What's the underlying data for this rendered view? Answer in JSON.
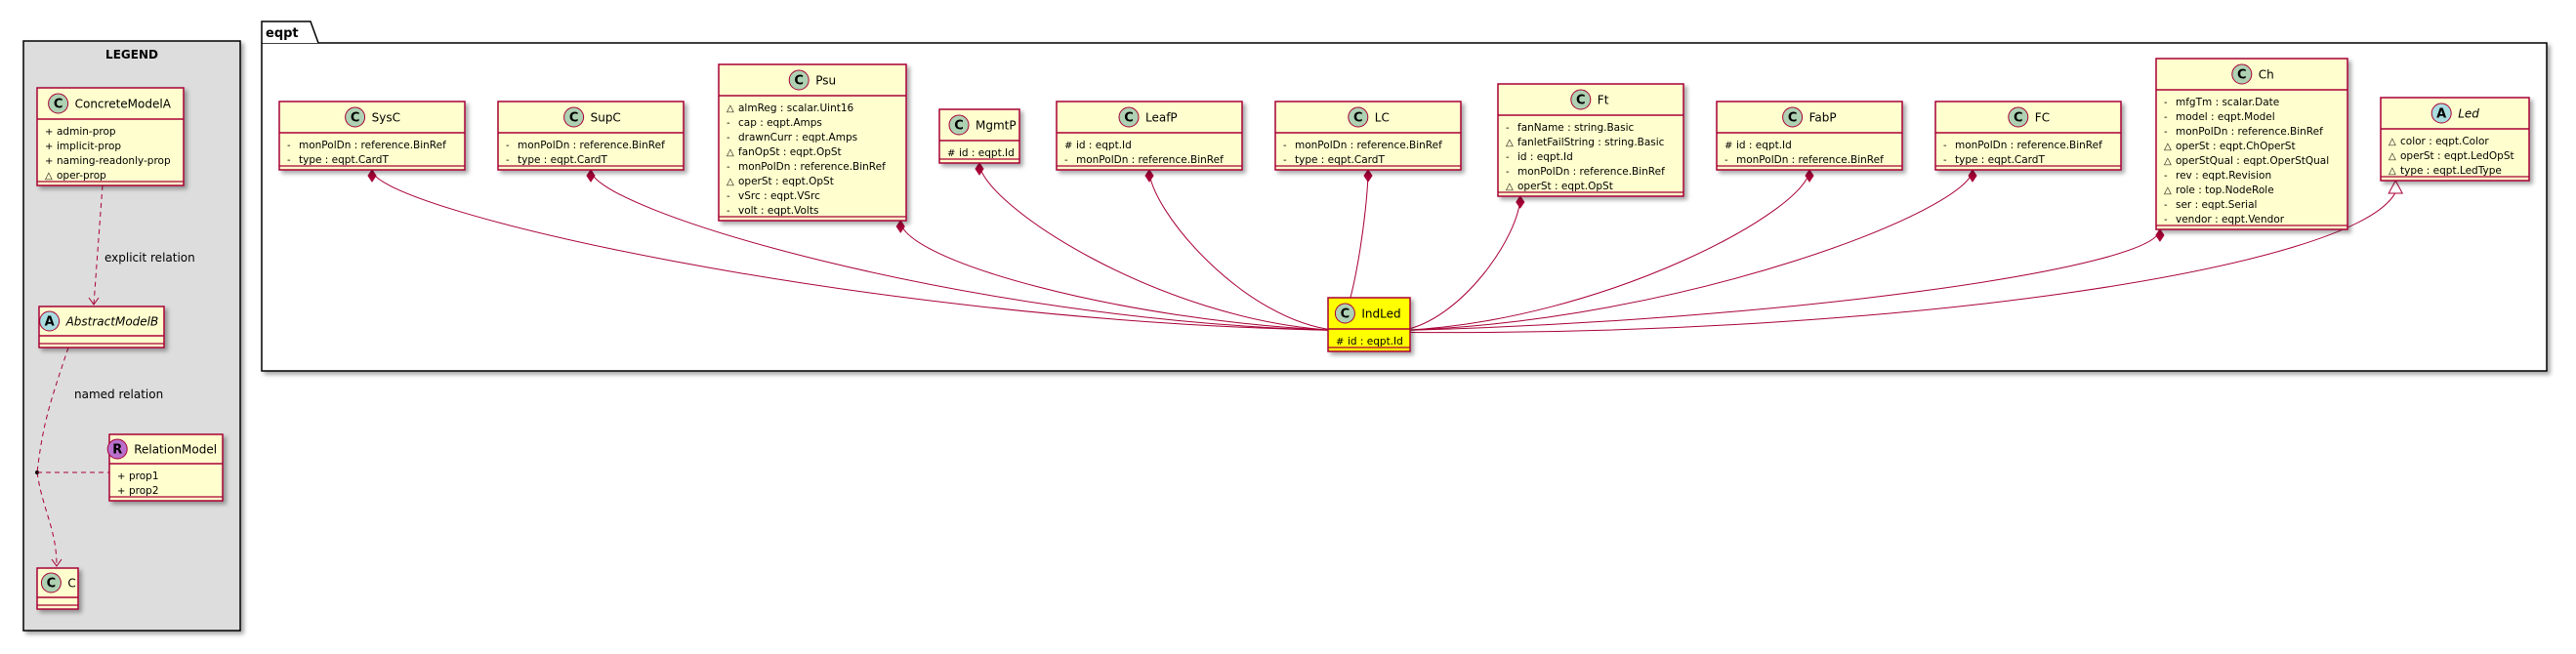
{
  "legend": {
    "title": "LEGEND",
    "concrete": {
      "stereo": "C",
      "name": "ConcreteModelA",
      "fields": [
        {
          "vis": "+",
          "text": "admin-prop"
        },
        {
          "vis": "+",
          "text": "implicit-prop"
        },
        {
          "vis": "+",
          "text": "naming-readonly-prop"
        },
        {
          "vis": "△",
          "text": "oper-prop"
        }
      ]
    },
    "abstract": {
      "stereo": "A",
      "name": "AbstractModelB"
    },
    "relation_model": {
      "stereo": "R",
      "name": "RelationModel",
      "fields": [
        {
          "vis": "+",
          "text": "prop1"
        },
        {
          "vis": "+",
          "text": "prop2"
        }
      ]
    },
    "c": {
      "stereo": "C",
      "name": "C"
    },
    "explicit_label": "explicit relation",
    "named_label": "named relation"
  },
  "package": {
    "name": "eqpt"
  },
  "classes": [
    {
      "id": "SysC",
      "stereo": "C",
      "name": "SysC",
      "fields": [
        {
          "vis": "-",
          "text": "monPolDn : reference.BinRef"
        },
        {
          "vis": "-",
          "text": "type : eqpt.CardT"
        }
      ]
    },
    {
      "id": "SupC",
      "stereo": "C",
      "name": "SupC",
      "fields": [
        {
          "vis": "-",
          "text": "monPolDn : reference.BinRef"
        },
        {
          "vis": "-",
          "text": "type : eqpt.CardT"
        }
      ]
    },
    {
      "id": "Psu",
      "stereo": "C",
      "name": "Psu",
      "fields": [
        {
          "vis": "△",
          "text": "almReg : scalar.Uint16"
        },
        {
          "vis": "-",
          "text": "cap : eqpt.Amps"
        },
        {
          "vis": "-",
          "text": "drawnCurr : eqpt.Amps"
        },
        {
          "vis": "△",
          "text": "fanOpSt : eqpt.OpSt"
        },
        {
          "vis": "-",
          "text": "monPolDn : reference.BinRef"
        },
        {
          "vis": "△",
          "text": "operSt : eqpt.OpSt"
        },
        {
          "vis": "-",
          "text": "vSrc : eqpt.VSrc"
        },
        {
          "vis": "-",
          "text": "volt : eqpt.Volts"
        }
      ]
    },
    {
      "id": "MgmtP",
      "stereo": "C",
      "name": "MgmtP",
      "fields": [
        {
          "vis": "#",
          "text": "id : eqpt.Id"
        }
      ]
    },
    {
      "id": "LeafP",
      "stereo": "C",
      "name": "LeafP",
      "fields": [
        {
          "vis": "#",
          "text": "id : eqpt.Id"
        },
        {
          "vis": "-",
          "text": "monPolDn : reference.BinRef"
        }
      ]
    },
    {
      "id": "LC",
      "stereo": "C",
      "name": "LC",
      "fields": [
        {
          "vis": "-",
          "text": "monPolDn : reference.BinRef"
        },
        {
          "vis": "-",
          "text": "type : eqpt.CardT"
        }
      ]
    },
    {
      "id": "Ft",
      "stereo": "C",
      "name": "Ft",
      "fields": [
        {
          "vis": "-",
          "text": "fanName : string.Basic"
        },
        {
          "vis": "△",
          "text": "fanletFailString : string.Basic"
        },
        {
          "vis": "-",
          "text": "id : eqpt.Id"
        },
        {
          "vis": "-",
          "text": "monPolDn : reference.BinRef"
        },
        {
          "vis": "△",
          "text": "operSt : eqpt.OpSt"
        }
      ]
    },
    {
      "id": "FabP",
      "stereo": "C",
      "name": "FabP",
      "fields": [
        {
          "vis": "#",
          "text": "id : eqpt.Id"
        },
        {
          "vis": "-",
          "text": "monPolDn : reference.BinRef"
        }
      ]
    },
    {
      "id": "FC",
      "stereo": "C",
      "name": "FC",
      "fields": [
        {
          "vis": "-",
          "text": "monPolDn : reference.BinRef"
        },
        {
          "vis": "-",
          "text": "type : eqpt.CardT"
        }
      ]
    },
    {
      "id": "Ch",
      "stereo": "C",
      "name": "Ch",
      "fields": [
        {
          "vis": "-",
          "text": "mfgTm : scalar.Date"
        },
        {
          "vis": "-",
          "text": "model : eqpt.Model"
        },
        {
          "vis": "-",
          "text": "monPolDn : reference.BinRef"
        },
        {
          "vis": "△",
          "text": "operSt : eqpt.ChOperSt"
        },
        {
          "vis": "△",
          "text": "operStQual : eqpt.OperStQual"
        },
        {
          "vis": "-",
          "text": "rev : eqpt.Revision"
        },
        {
          "vis": "△",
          "text": "role : top.NodeRole"
        },
        {
          "vis": "-",
          "text": "ser : eqpt.Serial"
        },
        {
          "vis": "-",
          "text": "vendor : eqpt.Vendor"
        }
      ]
    },
    {
      "id": "Led",
      "stereo": "A",
      "name": "Led",
      "abstract": true,
      "fields": [
        {
          "vis": "△",
          "text": "color : eqpt.Color"
        },
        {
          "vis": "△",
          "text": "operSt : eqpt.LedOpSt"
        },
        {
          "vis": "△",
          "text": "type : eqpt.LedType"
        }
      ]
    }
  ],
  "target": {
    "id": "IndLed",
    "stereo": "C",
    "name": "IndLed",
    "fields": [
      {
        "vis": "#",
        "text": "id : eqpt.Id"
      }
    ]
  },
  "colors": {
    "class_fill": "#FEFECE",
    "border": "#A80036",
    "target_fill": "#FFFF00",
    "legend_bg": "#DDDDDD",
    "stereo_C": "#ADD1B2",
    "stereo_A": "#A9DCDF",
    "stereo_R": "#B96FCB"
  }
}
